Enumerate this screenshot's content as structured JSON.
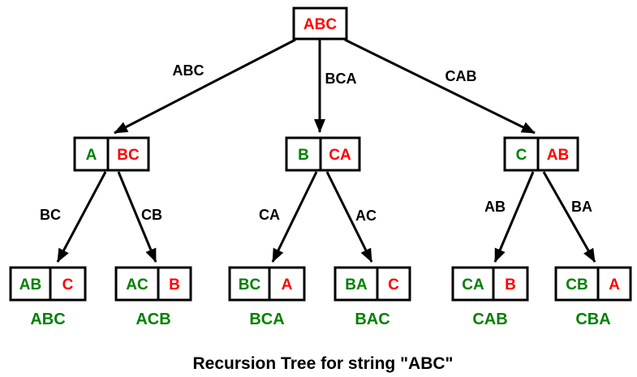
{
  "caption": "Recursion Tree for string \"ABC\"",
  "colors": {
    "fixed_green": "#008000",
    "remaining_red": "#ff0000",
    "root_red": "#ff0000",
    "edge_black": "#000000"
  },
  "root": {
    "label": "ABC"
  },
  "level1_edges": {
    "left": "ABC",
    "middle": "BCA",
    "right": "CAB"
  },
  "level2_nodes": [
    {
      "fixed": "A",
      "remaining": "BC"
    },
    {
      "fixed": "B",
      "remaining": "CA"
    },
    {
      "fixed": "C",
      "remaining": "AB"
    }
  ],
  "level2_edges": {
    "left_left": "BC",
    "left_right": "CB",
    "middle_left": "CA",
    "middle_right": "AC",
    "right_left": "AB",
    "right_right": "BA"
  },
  "leaves": [
    {
      "fixed": "AB",
      "remaining": "C",
      "result": "ABC"
    },
    {
      "fixed": "AC",
      "remaining": "B",
      "result": "ACB"
    },
    {
      "fixed": "BC",
      "remaining": "A",
      "result": "BCA"
    },
    {
      "fixed": "BA",
      "remaining": "C",
      "result": "BAC"
    },
    {
      "fixed": "CA",
      "remaining": "B",
      "result": "CAB"
    },
    {
      "fixed": "CB",
      "remaining": "A",
      "result": "CBA"
    }
  ]
}
